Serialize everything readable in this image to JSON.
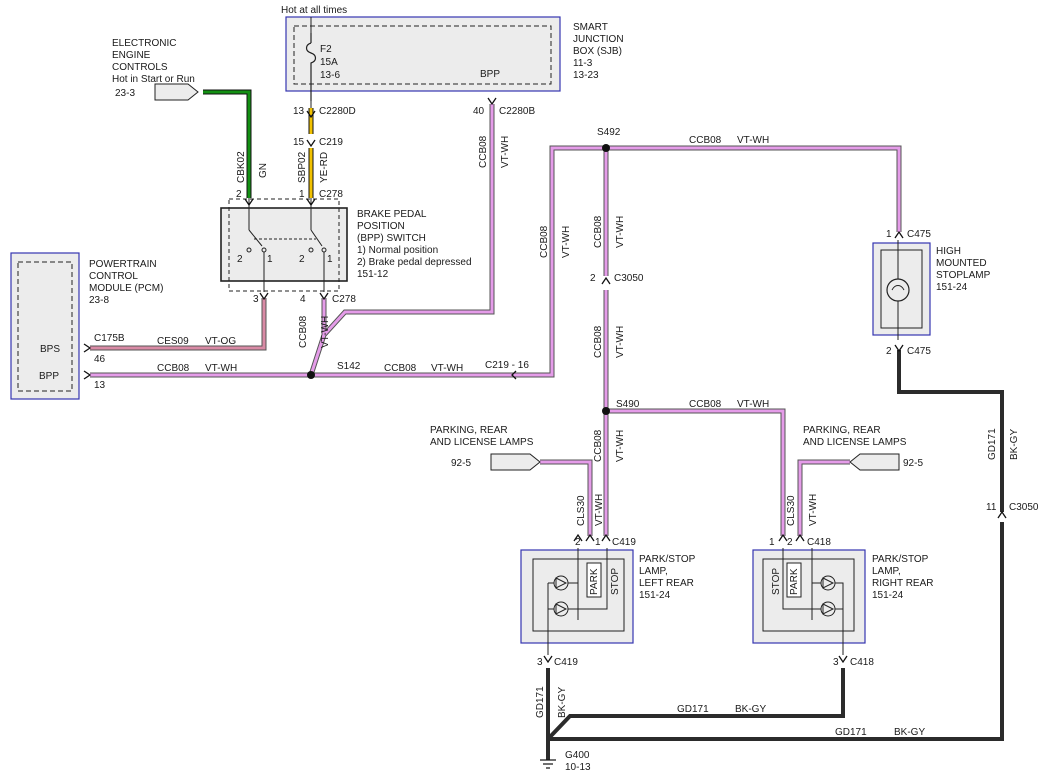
{
  "colors": {
    "violet_white": "#e59ce9",
    "black_gray": "#2b2b2b",
    "green": "#139013",
    "yellow_red": "#f2c200",
    "violet_orange": "#d98aa5",
    "frame": "#3535b0",
    "module_fill": "#ececec"
  },
  "labels": {
    "hot_at_all_times": "Hot at all times",
    "sjb": [
      "SMART",
      "JUNCTION",
      "BOX (SJB)",
      "11-3",
      "13-23"
    ],
    "fuse_name": "F2",
    "fuse_rating": "15A",
    "fuse_ref": "13-6",
    "bpp_sjb": "BPP",
    "eec": [
      "ELECTRONIC",
      "ENGINE",
      "CONTROLS",
      "Hot in Start or Run"
    ],
    "eec_ref": "23-3",
    "c2280d_pin": "13",
    "c2280d": "C2280D",
    "c2280b_pin": "40",
    "c2280b": "C2280B",
    "c219_pin": "15",
    "c219": "C219",
    "cbk02": "CBK02",
    "gn": "GN",
    "sbp02": "SBP02",
    "ye_rd": "YE-RD",
    "ccb08": "CCB08",
    "vt_wh": "VT-WH",
    "c278_pin_2": "2",
    "c278_pin_1": "1",
    "c278": "C278",
    "bpp_switch": [
      "BRAKE PEDAL",
      "POSITION",
      "(BPP) SWITCH",
      "1) Normal position",
      "2) Brake pedal depressed",
      "151-12"
    ],
    "sw_2a": "2",
    "sw_1a": "1",
    "sw_2b": "2",
    "sw_1b": "1",
    "c278_pin_3": "3",
    "c278_pin_4": "4",
    "pcm": [
      "POWERTRAIN",
      "CONTROL",
      "MODULE (PCM)",
      "23-8"
    ],
    "bps": "BPS",
    "bpp_pcm": "BPP",
    "c175b": "C175B",
    "pin_46": "46",
    "pin_13": "13",
    "ces09": "CES09",
    "vt_og": "VT-OG",
    "s142": "S142",
    "c219_16": "C219 - 16",
    "s492": "S492",
    "c3050_pin_2": "2",
    "c3050": "C3050",
    "s490": "S490",
    "c475_pin_1": "1",
    "c475": "C475",
    "c475_pin_2": "2",
    "hmsl": [
      "HIGH",
      "MOUNTED",
      "STOPLAMP",
      "151-24"
    ],
    "gd171": "GD171",
    "bk_gy": "BK-GY",
    "c3050_pin_11": "11",
    "parking_lamps": [
      "PARKING, REAR",
      "AND LICENSE LAMPS"
    ],
    "ref_92_5": "92-5",
    "cls30": "CLS30",
    "c419_pin_2": "2",
    "c419_pin_1": "1",
    "c419": "C419",
    "c418_pin_1": "1",
    "c418_pin_2": "2",
    "c418": "C418",
    "lamp_left": [
      "PARK/STOP",
      "LAMP,",
      "LEFT REAR",
      "151-24"
    ],
    "lamp_right": [
      "PARK/STOP",
      "LAMP,",
      "RIGHT REAR",
      "151-24"
    ],
    "park": "PARK",
    "stop": "STOP",
    "c419_pin_3": "3",
    "c418_pin_3": "3",
    "g400": "G400",
    "g400_ref": "10-13"
  }
}
